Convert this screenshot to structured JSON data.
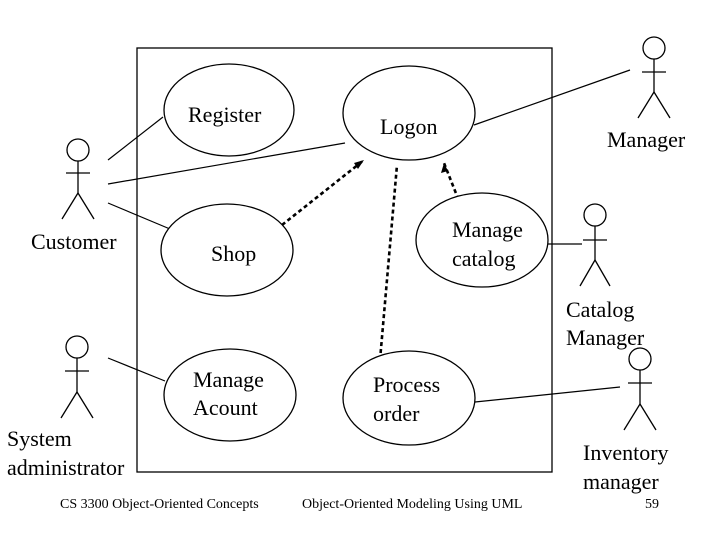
{
  "use_cases": {
    "register": [
      "Register"
    ],
    "logon": [
      "Logon"
    ],
    "shop": [
      "Shop"
    ],
    "manage_catalog": [
      "Manage",
      "catalog"
    ],
    "manage_account": [
      "Manage",
      "Acount"
    ],
    "process_order": [
      "Process",
      "order"
    ]
  },
  "actors": {
    "customer": [
      "Customer"
    ],
    "manager": [
      "Manager"
    ],
    "catalog_manager": [
      "Catalog",
      "Manager"
    ],
    "system_administrator": [
      "System",
      "administrator"
    ],
    "inventory_manager": [
      "Inventory",
      "manager"
    ]
  },
  "footer": {
    "course": "CS 3300 Object-Oriented Concepts",
    "title": "Object-Oriented Modeling Using UML",
    "page_number": "59"
  }
}
